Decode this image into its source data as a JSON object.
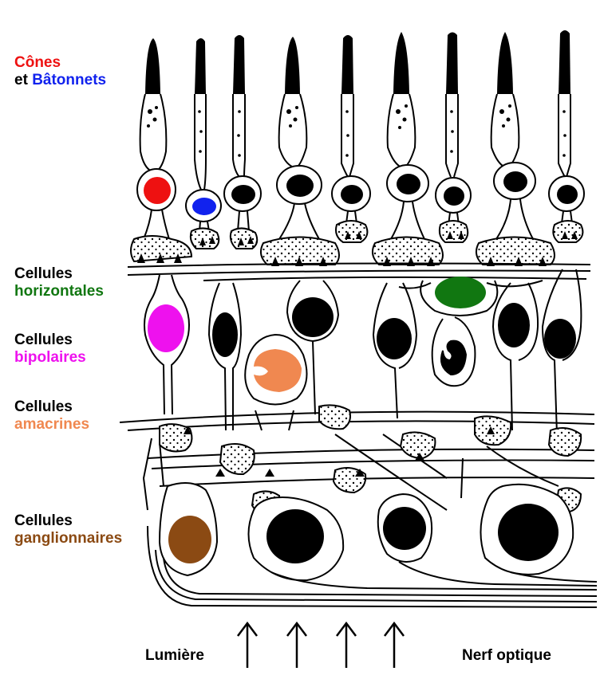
{
  "labels": {
    "cones": "Cônes",
    "and": "et",
    "rods": "Bâtonnets",
    "horizontal_1": "Cellules",
    "horizontal_2": "horizontales",
    "bipolar_1": "Cellules",
    "bipolar_2": "bipolaires",
    "amacrine_1": "Cellules",
    "amacrine_2": "amacrines",
    "ganglion_1": "Cellules",
    "ganglion_2": "ganglionnaires",
    "light": "Lumière",
    "optic_nerve": "Nerf optique"
  },
  "colors": {
    "cone": "#ee1111",
    "rod": "#1122ee",
    "horizontal": "#117711",
    "bipolar": "#ee11ee",
    "amacrine": "#f08850",
    "ganglion": "#8b4a13",
    "ink": "#000000"
  }
}
